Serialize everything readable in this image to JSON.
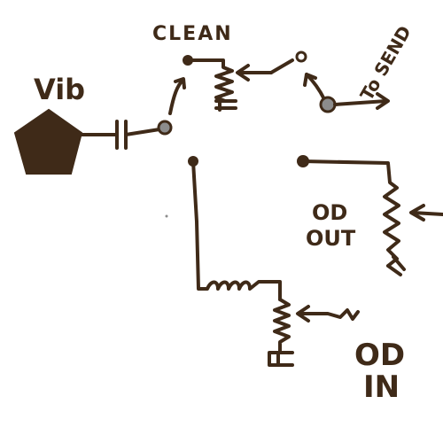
{
  "labels": {
    "clean": "CLEAN",
    "vib": "Vib",
    "to_send": "To SEND",
    "od_out_line1": "OD",
    "od_out_line2": "OUT",
    "od_in_line1": "OD",
    "od_in_line2": "IN"
  },
  "colors": {
    "ink": "#3f2a18",
    "background": "#ffffff",
    "vib_fill": "#3f2a18",
    "jack_fill": "#8c8c8c"
  },
  "icons": {
    "vib_source": "pentagon-icon",
    "capacitor": "capacitor-icon",
    "resistor": "zigzag-resistor-icon",
    "jack": "circle-jack-icon"
  }
}
